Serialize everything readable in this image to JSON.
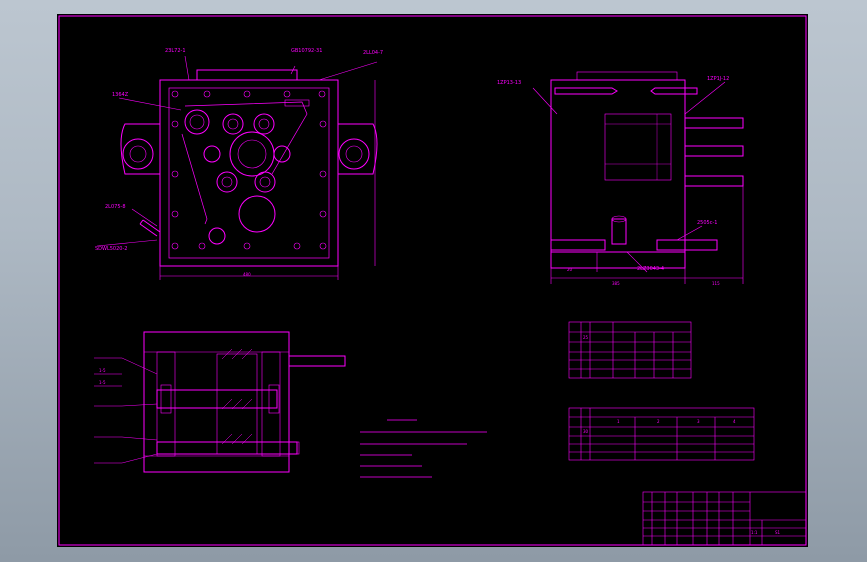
{
  "colors": {
    "background": "#aeb9c4",
    "sheet": "#000000",
    "line": "#ff00ff",
    "highlight": "#ffffff"
  },
  "front_view": {
    "callouts": [
      "2ЗL72-1",
      "GB10792-31",
      "2LL04-7",
      "1364Z",
      "2L075-8",
      "SDWL5020-2"
    ],
    "dimension": "480"
  },
  "side_view": {
    "callouts": [
      "1ZP13-13",
      "1ZP1J-12",
      "2505c-1",
      "2LZ3043-4"
    ],
    "dimensions": [
      "20",
      "385",
      "115"
    ]
  },
  "section_view": {
    "left_labels": [
      "1-5",
      "1-5"
    ]
  },
  "table_small": {
    "title": "",
    "rows": [
      [
        "",
        "25",
        "",
        "",
        "",
        ""
      ],
      [
        "",
        "",
        "",
        "",
        "",
        ""
      ],
      [
        "",
        "",
        "",
        "",
        "",
        ""
      ],
      [
        "",
        "",
        "",
        "",
        "",
        ""
      ]
    ]
  },
  "table_large": {
    "headers": [
      "",
      "",
      "1",
      "2",
      "3",
      "4"
    ],
    "rows": [
      [
        "",
        "30",
        "",
        "",
        "",
        ""
      ],
      [
        "",
        "",
        "",
        "",
        "",
        ""
      ],
      [
        "",
        "",
        "",
        "",
        "",
        ""
      ],
      [
        "",
        "",
        "",
        "",
        "",
        ""
      ]
    ]
  },
  "title_block": {
    "drawing_name": "",
    "scale": "1:1",
    "sheet": "S1"
  }
}
